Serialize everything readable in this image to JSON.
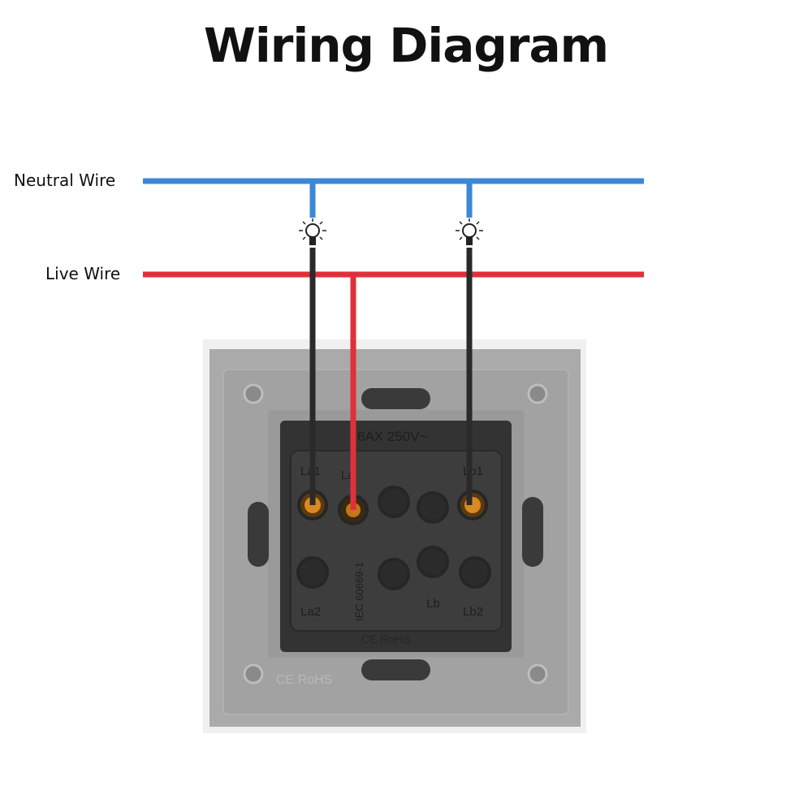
{
  "title": "Wiring Diagram",
  "labels": {
    "neutral": "Neutral Wire",
    "live": "Live Wire"
  },
  "device": {
    "rating": "6AX 250V~",
    "terminals_top": [
      "La1",
      "La",
      "Lb1"
    ],
    "terminals_bottom": [
      "La2",
      "Lb",
      "Lb2"
    ],
    "standard": "IEC 60669-1",
    "module_marks": "CE RoHS",
    "plate_marks": "CE RoHS"
  },
  "colors": {
    "neutral": "#3b87d8",
    "live": "#e0303a",
    "load": "#2a2a2a"
  }
}
